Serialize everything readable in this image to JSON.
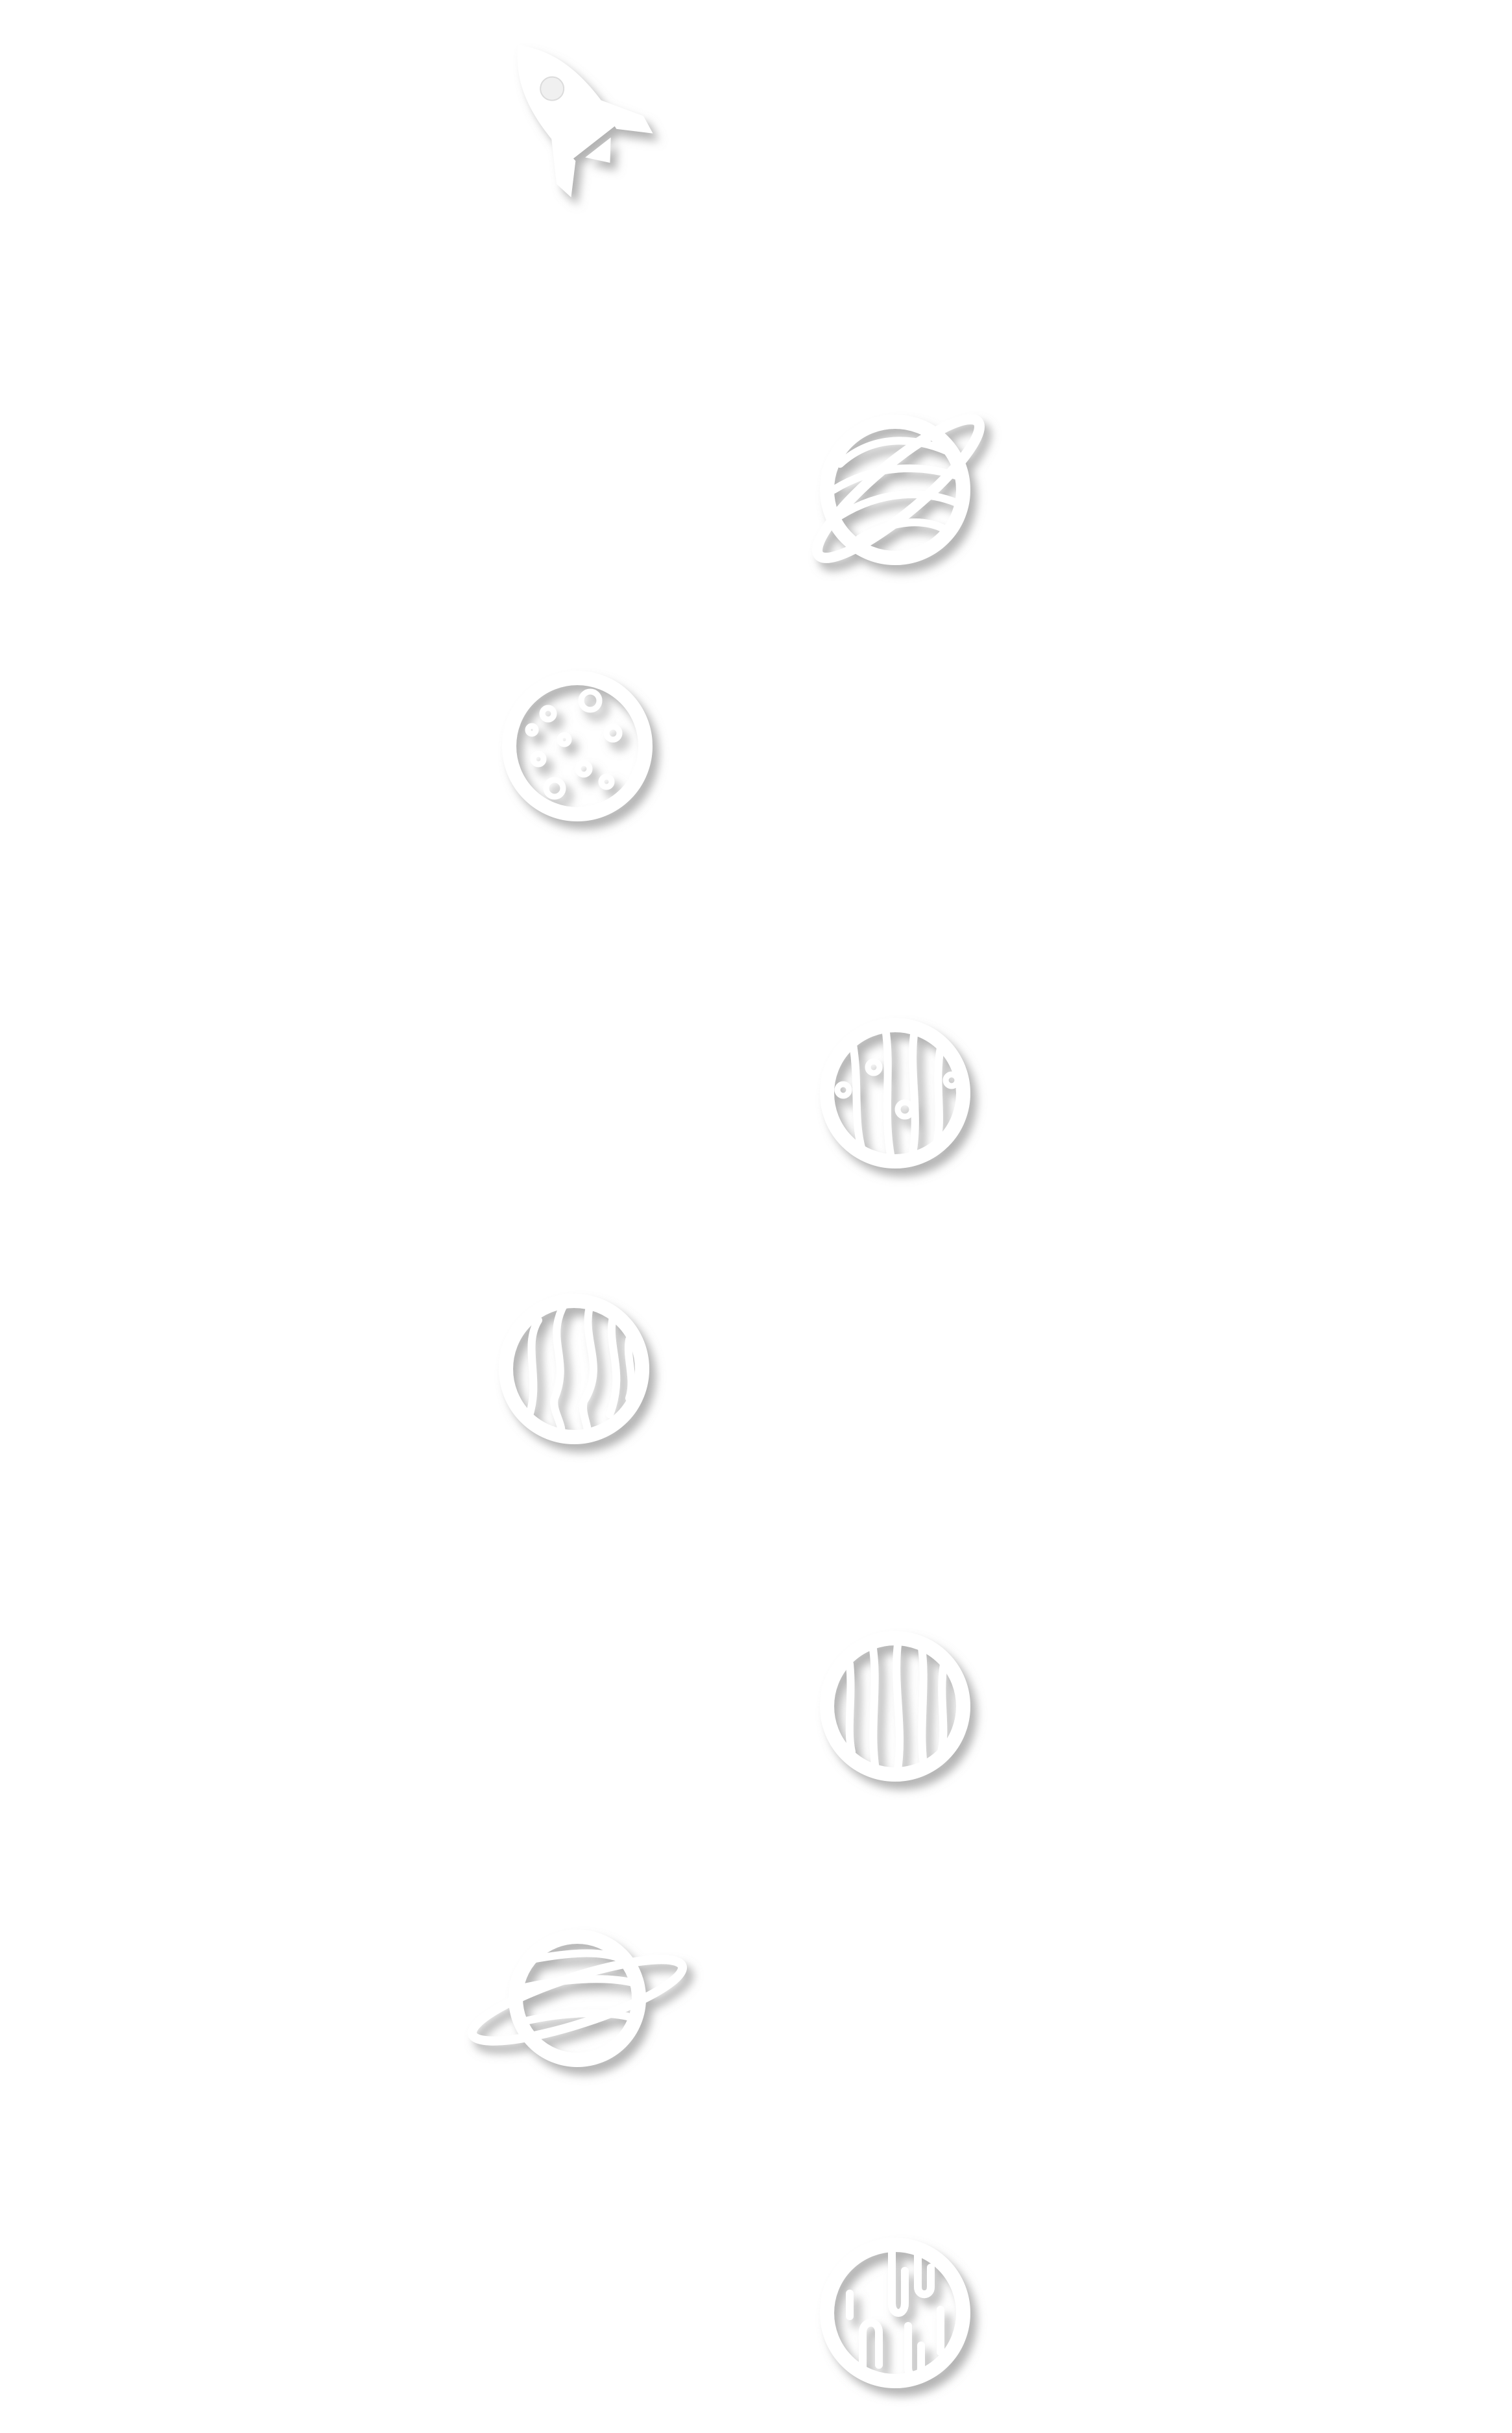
{
  "canvas": {
    "background": "#ffffff",
    "icon_color": "#ffffff",
    "shadow_color": "#b8b8b8"
  },
  "icons": [
    {
      "id": "rocket",
      "name": "rocket-icon"
    },
    {
      "id": "ringed-1",
      "name": "ringed-planet-icon"
    },
    {
      "id": "cratered",
      "name": "cratered-planet-icon"
    },
    {
      "id": "spotted",
      "name": "spotted-planet-icon"
    },
    {
      "id": "wavy",
      "name": "wavy-striped-planet-icon"
    },
    {
      "id": "striped",
      "name": "striped-planet-icon"
    },
    {
      "id": "ringed-2",
      "name": "ringed-planet-icon"
    },
    {
      "id": "dripping",
      "name": "dripping-planet-icon"
    }
  ]
}
